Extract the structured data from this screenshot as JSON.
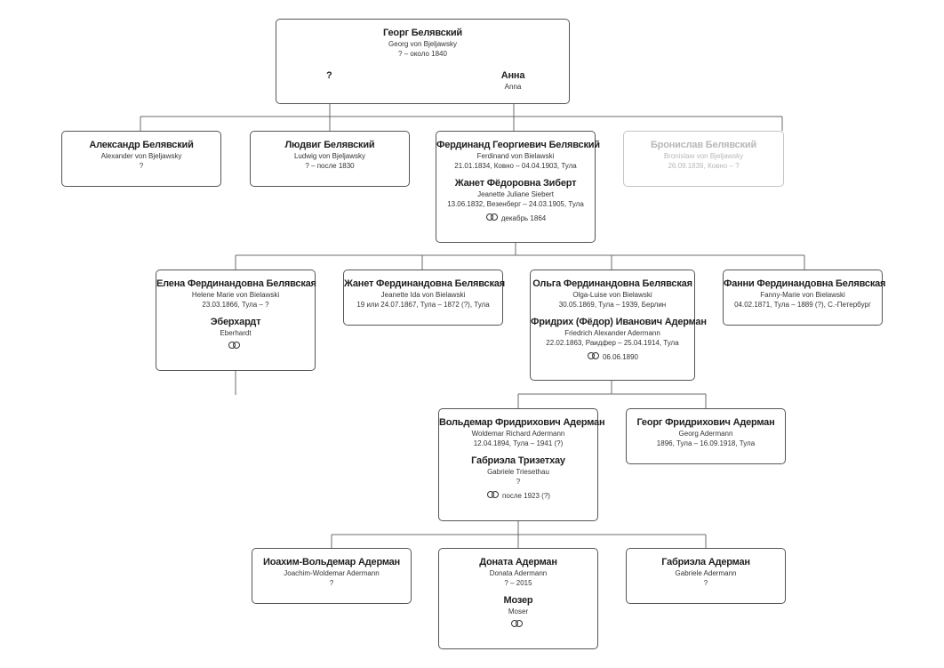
{
  "persons": {
    "georg_sr": {
      "name": "Георг Белявский",
      "latin": "Georg von Bjeljawsky",
      "dates": "? – около 1840"
    },
    "georg_sr_wife1": {
      "name": "?"
    },
    "anna": {
      "name": "Анна",
      "latin": "Anna"
    },
    "alexander": {
      "name": "Александр Белявский",
      "latin": "Alexander von Bjeljawsky",
      "dates": "?"
    },
    "ludwig": {
      "name": "Людвиг Белявский",
      "latin": "Ludwig von Bjeljawsky",
      "dates": "? – после 1830"
    },
    "ferdinand": {
      "name": "Фердинанд Георгиевич Белявский",
      "latin": "Ferdinand von Bielawski",
      "dates": "21.01.1834, Ковно – 04.04.1903, Тула"
    },
    "jeanette_s": {
      "name": "Жанет Фёдоровна Зиберт",
      "latin": "Jeanette Juliane Siebert",
      "dates": "13.06.1832, Везенберг – 24.03.1905, Тула",
      "marriage": "декабрь 1864"
    },
    "bronislaw": {
      "name": "Бронислав Белявский",
      "latin": "Bronislaw von Bjeljawsky",
      "dates": "26.09.1839, Ковно – ?"
    },
    "elena": {
      "name": "Елена Фердинандовна Белявская",
      "latin": "Helene Marie von Bielawski",
      "dates": "23.03.1866, Тула – ?"
    },
    "eberhardt": {
      "name": "Эберхардт",
      "latin": "Eberhardt",
      "marriage": ""
    },
    "jeanette_f": {
      "name": "Жанет Фердинандовна Белявская",
      "latin": "Jeanette Ida von Bielawski",
      "dates": "19 или 24.07.1867, Тула – 1872 (?), Тула"
    },
    "olga": {
      "name": "Ольга Фердинандовна Белявская",
      "latin": "Olga-Luise von Bielawski",
      "dates": "30.05.1869, Тула – 1939, Берлин"
    },
    "friedrich": {
      "name": "Фридрих (Фёдор) Иванович Адерман",
      "latin": "Friedrich Alexander Adermann",
      "dates": "22.02.1863, Раидфер – 25.04.1914, Тула",
      "marriage": "06.06.1890"
    },
    "fanny": {
      "name": "Фанни Фердинандовна Белявская",
      "latin": "Fanny-Marie von Bielawski",
      "dates": "04.02.1871, Тула – 1889 (?), С.-Петербург"
    },
    "woldemar": {
      "name": "Вольдемар Фридрихович Адерман",
      "latin": "Woldemar Richard Adermann",
      "dates": "12.04.1894, Тула – 1941 (?)"
    },
    "gabriele_t": {
      "name": "Габриэла Тризетхау",
      "latin": "Gabriele Triesethau",
      "dates": "?",
      "marriage": "после 1923 (?)"
    },
    "georg_f": {
      "name": "Георг Фридрихович Адерман",
      "latin": "Georg Adermann",
      "dates": "1896, Тула – 16.09.1918, Тула"
    },
    "joachim": {
      "name": "Иоахим-Вольдемар Адерман",
      "latin": "Joachim-Woldemar Adermann",
      "dates": "?"
    },
    "donata": {
      "name": "Доната Адерман",
      "latin": "Donata Adermann",
      "dates": "? – 2015"
    },
    "moser": {
      "name": "Мозер",
      "latin": "Moser",
      "marriage": ""
    },
    "gabriela_a": {
      "name": "Габриэла Адерман",
      "latin": "Gabriele Adermann",
      "dates": "?"
    }
  },
  "colors": {
    "line": "#6b6b6b",
    "box_border": "#555555",
    "dim": "#b8b8b8"
  },
  "icons": {
    "marriage": "wedding-rings-icon"
  }
}
